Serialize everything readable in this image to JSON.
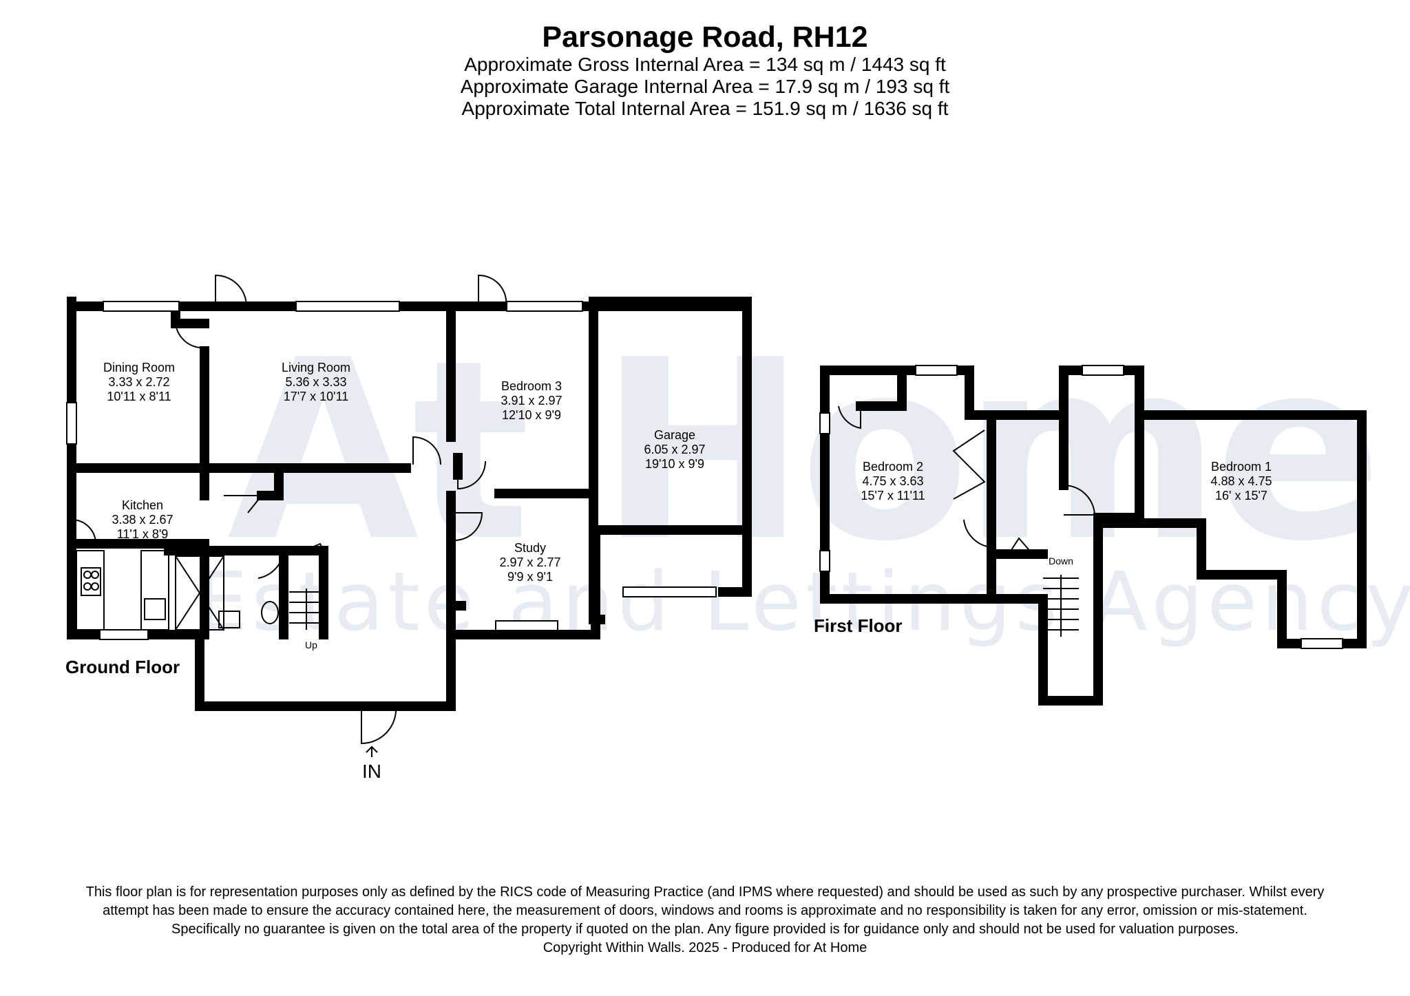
{
  "header": {
    "title": "Parsonage Road, RH12",
    "gross_area": "Approximate Gross Internal Area = 134 sq m / 1443 sq ft",
    "garage_area": "Approximate Garage Internal Area = 17.9 sq m / 193 sq ft",
    "total_area": "Approximate Total Internal Area = 151.9 sq m / 1636 sq ft"
  },
  "watermark": {
    "brand": "At Home",
    "subtitle": "Estate and Lettings Agency"
  },
  "ground_floor": {
    "label": "Ground Floor",
    "entrance_label": "IN",
    "stairs_label": "Up",
    "rooms": [
      {
        "id": "dining-room",
        "name": "Dining Room",
        "metric": "3.33 x 2.72",
        "imperial": "10'11 x 8'11"
      },
      {
        "id": "living-room",
        "name": "Living Room",
        "metric": "5.36 x 3.33",
        "imperial": "17'7 x 10'11"
      },
      {
        "id": "bedroom-3",
        "name": "Bedroom 3",
        "metric": "3.91 x 2.97",
        "imperial": "12'10 x 9'9"
      },
      {
        "id": "garage",
        "name": "Garage",
        "metric": "6.05 x 2.97",
        "imperial": "19'10 x 9'9"
      },
      {
        "id": "kitchen",
        "name": "Kitchen",
        "metric": "3.38 x 2.67",
        "imperial": "11'1 x 8'9"
      },
      {
        "id": "study",
        "name": "Study",
        "metric": "2.97 x 2.77",
        "imperial": "9'9 x 9'1"
      }
    ]
  },
  "first_floor": {
    "label": "First Floor",
    "stairs_label": "Down",
    "rooms": [
      {
        "id": "bedroom-2",
        "name": "Bedroom 2",
        "metric": "4.75 x 3.63",
        "imperial": "15'7 x 11'11"
      },
      {
        "id": "bedroom-1",
        "name": "Bedroom 1",
        "metric": "4.88 x 4.75",
        "imperial": "16' x 15'7"
      }
    ]
  },
  "footer": {
    "disclaimer": "This floor plan is for representation purposes only as defined by the RICS code of Measuring Practice (and IPMS where requested) and should be used as such by any prospective purchaser. Whilst every attempt has been made to ensure the accuracy contained here, the measurement of doors, windows and rooms is approximate and no responsibility is taken for any error, omission or mis-statement. Specifically no guarantee is given on the total area of the property if quoted on the plan. Any figure provided is for guidance only and should not be used for valuation purposes.",
    "copyright": "Copyright Within Walls. 2025 - Produced for At Home"
  }
}
